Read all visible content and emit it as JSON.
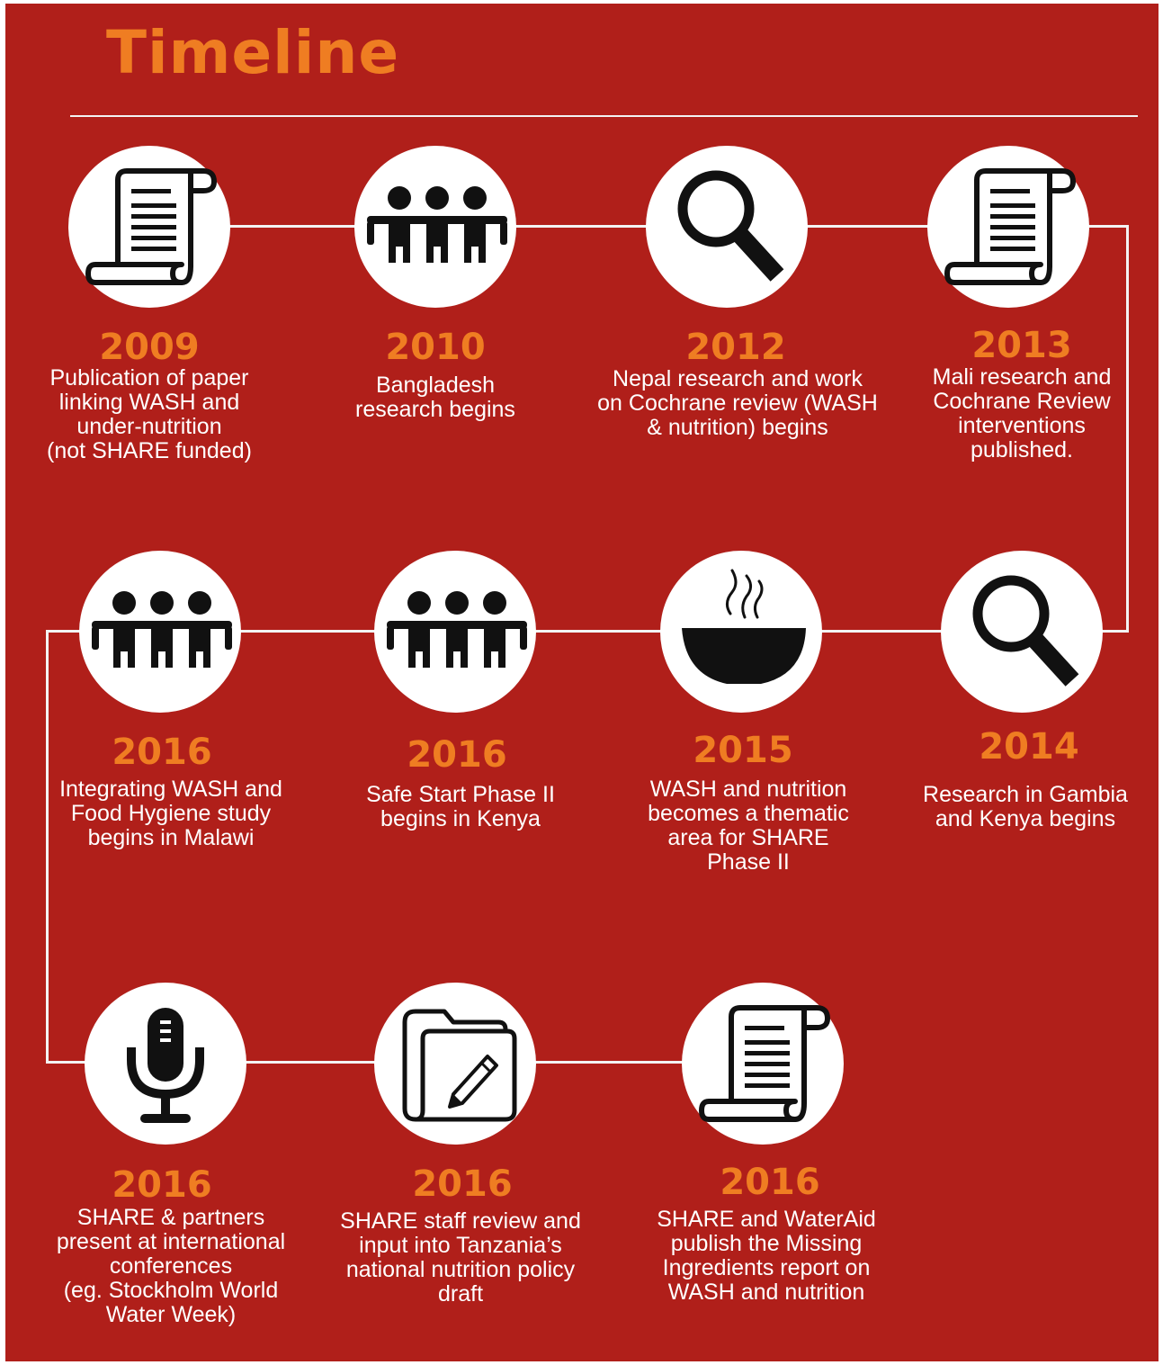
{
  "title": "Timeline",
  "colors": {
    "background": "#b01f1a",
    "accent": "#ef7d22",
    "circle": "#ffffff",
    "icon": "#111111",
    "line": "#f3f3f3"
  },
  "events": [
    {
      "year": "2009",
      "icon": "scroll-icon",
      "lines": [
        "Publication of paper",
        "linking WASH and",
        "under-nutrition",
        "(not SHARE funded)"
      ]
    },
    {
      "year": "2010",
      "icon": "people-icon",
      "lines": [
        "Bangladesh",
        "research begins"
      ]
    },
    {
      "year": "2012",
      "icon": "magnifier-icon",
      "lines": [
        "Nepal research and work",
        "on Cochrane review (WASH",
        "& nutrition) begins"
      ]
    },
    {
      "year": "2013",
      "icon": "scroll-icon",
      "lines": [
        "Mali research and",
        "Cochrane Review",
        "interventions",
        "published."
      ]
    },
    {
      "year": "2014",
      "icon": "magnifier-icon",
      "lines": [
        "Research in Gambia",
        "and Kenya begins"
      ]
    },
    {
      "year": "2015",
      "icon": "bowl-icon",
      "lines": [
        "WASH and nutrition",
        "becomes a thematic",
        "area for SHARE",
        "Phase II"
      ]
    },
    {
      "year": "2016",
      "icon": "people-icon",
      "lines": [
        "Safe Start Phase II",
        "begins in Kenya"
      ]
    },
    {
      "year": "2016",
      "icon": "people-icon",
      "lines": [
        "Integrating WASH and",
        "Food Hygiene study",
        "begins in Malawi"
      ]
    },
    {
      "year": "2016",
      "icon": "microphone-icon",
      "lines": [
        "SHARE & partners",
        "present at international",
        "conferences",
        "(eg. Stockholm World",
        "Water Week)"
      ]
    },
    {
      "year": "2016",
      "icon": "folder-pen-icon",
      "lines": [
        "SHARE staff review and",
        "input into Tanzania’s",
        "national nutrition policy",
        "draft"
      ]
    },
    {
      "year": "2016",
      "icon": "scroll-icon",
      "lines": [
        "SHARE and WaterAid",
        "publish the Missing",
        "Ingredients report on",
        "WASH and nutrition"
      ]
    }
  ]
}
